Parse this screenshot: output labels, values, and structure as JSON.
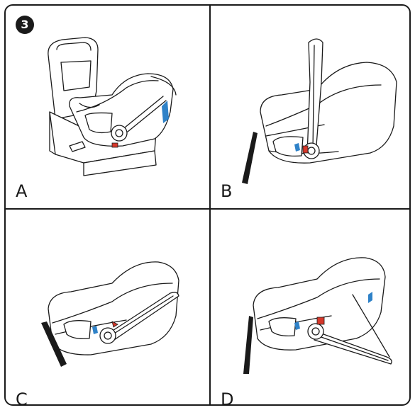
{
  "step_number": "3",
  "panels": [
    {
      "label": "A",
      "icon": "car-seat-on-base-illustration"
    },
    {
      "label": "B",
      "icon": "carrier-handle-up-illustration"
    },
    {
      "label": "C",
      "icon": "carrier-handle-back-illustration"
    },
    {
      "label": "D",
      "icon": "carrier-handle-rocking-illustration"
    }
  ],
  "colors": {
    "accent_blue": "#2f82c8",
    "accent_red": "#d6382b",
    "line": "#1a1a1a"
  }
}
